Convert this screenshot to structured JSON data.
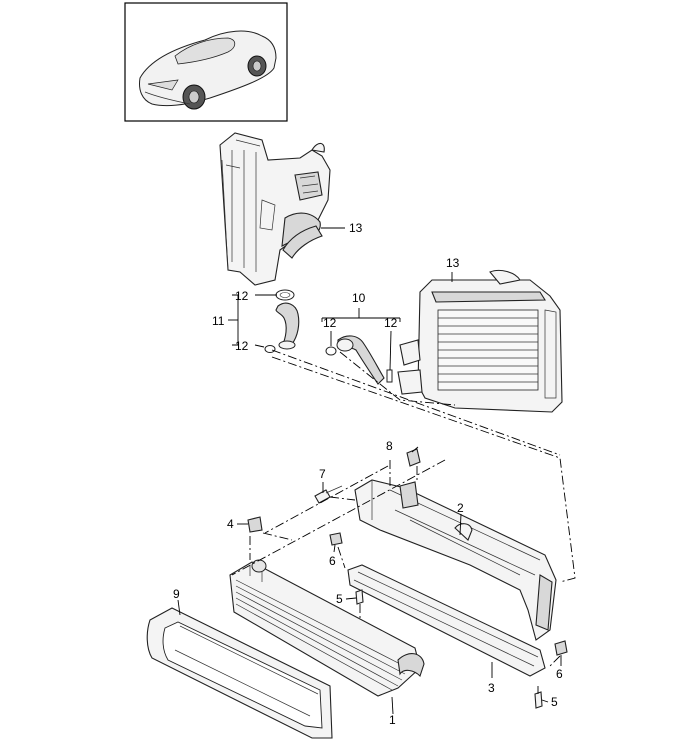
{
  "callouts": [
    {
      "id": "c1",
      "label": "1"
    },
    {
      "id": "c2",
      "label": "2"
    },
    {
      "id": "c3",
      "label": "3"
    },
    {
      "id": "c4",
      "label": "4"
    },
    {
      "id": "c5a",
      "label": "5"
    },
    {
      "id": "c5b",
      "label": "5"
    },
    {
      "id": "c6a",
      "label": "6"
    },
    {
      "id": "c6b",
      "label": "6"
    },
    {
      "id": "c7",
      "label": "7"
    },
    {
      "id": "c8",
      "label": "8"
    },
    {
      "id": "c9",
      "label": "9"
    },
    {
      "id": "c10",
      "label": "10"
    },
    {
      "id": "c11",
      "label": "11"
    },
    {
      "id": "c12a",
      "label": "12"
    },
    {
      "id": "c12b",
      "label": "12"
    },
    {
      "id": "c12c",
      "label": "12"
    },
    {
      "id": "c12d",
      "label": "12"
    },
    {
      "id": "c13a",
      "label": "13"
    },
    {
      "id": "c13b",
      "label": "13"
    }
  ]
}
